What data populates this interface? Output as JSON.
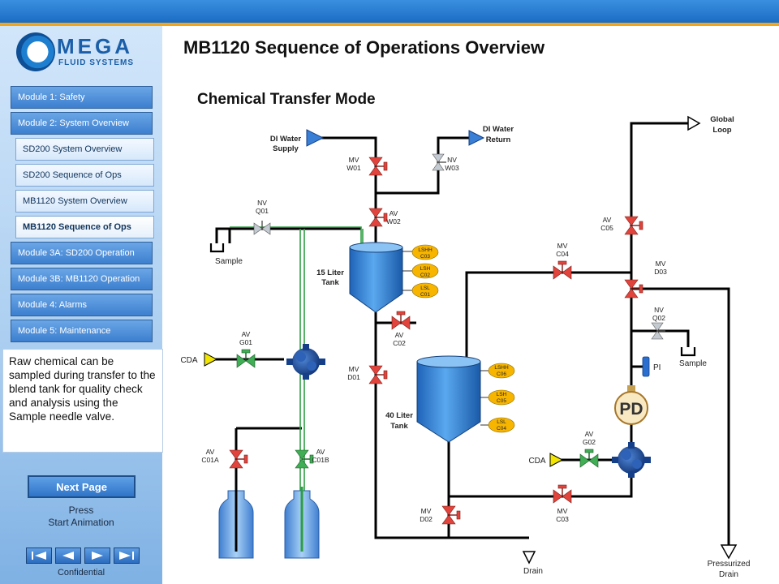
{
  "header": {
    "page_title": "MB1120 Sequence of Operations Overview",
    "mode_title": "Chemical Transfer Mode"
  },
  "logo": {
    "word": "MEGA",
    "sub": "FLUID SYSTEMS"
  },
  "sidebar": {
    "items": [
      {
        "label": "Module 1: Safety"
      },
      {
        "label": "Module 2: System Overview"
      },
      {
        "label": "SD200 System Overview"
      },
      {
        "label": "SD200 Sequence of Ops"
      },
      {
        "label": "MB1120 System Overview"
      },
      {
        "label": "MB1120 Sequence of Ops"
      },
      {
        "label": "Module 3A: SD200 Operation"
      },
      {
        "label": "Module 3B: MB1120 Operation"
      },
      {
        "label": "Module 4: Alarms"
      },
      {
        "label": "Module 5: Maintenance"
      }
    ],
    "info_text": "Raw chemical can be sampled during transfer to the blend tank for quality check and analysis using the Sample needle valve.",
    "next_label": "Next Page",
    "press_line1": "Press",
    "press_line2": "Start Animation",
    "confidential": "Confidential"
  },
  "colors": {
    "valve_open": "#2e9e42",
    "valve_closed": "#d63a35",
    "valve_neutral": "#b9bfc6",
    "sensor": "#f4b400",
    "tank": "#3b8de0",
    "flow_line": "#000000",
    "active_flow": "#2e9e42"
  },
  "diagram": {
    "labels": {
      "di_water_supply_1": "DI Water",
      "di_water_supply_2": "Supply",
      "di_water_return_1": "DI Water",
      "di_water_return_2": "Return",
      "global_loop_1": "Global",
      "global_loop_2": "Loop",
      "mvw01_1": "MV",
      "mvw01_2": "W01",
      "nvw03_1": "NV",
      "nvw03_2": "W03",
      "avw02_1": "AV",
      "avw02_2": "W02",
      "nvq01_1": "NV",
      "nvq01_2": "Q01",
      "sample_left": "Sample",
      "tank15_1": "15 Liter",
      "tank15_2": "Tank",
      "lshh_c03_1": "LSHH",
      "lshh_c03_2": "C03",
      "lsh_c02_1": "LSH",
      "lsh_c02_2": "C02",
      "lsl_c01_1": "LSL",
      "lsl_c01_2": "C01",
      "avc05_1": "AV",
      "avc05_2": "C05",
      "mvc04_1": "MV",
      "mvc04_2": "C04",
      "mvd03_1": "MV",
      "mvd03_2": "D03",
      "nvq02_1": "NV",
      "nvq02_2": "Q02",
      "sample_right": "Sample",
      "pi": "PI",
      "pd": "PD",
      "avc02_1": "AV",
      "avc02_2": "C02",
      "avg01_1": "AV",
      "avg01_2": "G01",
      "cda_left": "CDA",
      "mvd01_1": "MV",
      "mvd01_2": "D01",
      "tank40_1": "40 Liter",
      "tank40_2": "Tank",
      "lshh_c06_1": "LSHH",
      "lshh_c06_2": "C06",
      "lsh_c05_1": "LSH",
      "lsh_c05_2": "C05",
      "lsl_c04_1": "LSL",
      "lsl_c04_2": "C04",
      "avc01a_1": "AV",
      "avc01a_2": "C01A",
      "avc01b_1": "AV",
      "avc01b_2": "C01B",
      "avg02_1": "AV",
      "avg02_2": "G02",
      "cda_right": "CDA",
      "mvd02_1": "MV",
      "mvd02_2": "D02",
      "mvc03_1": "MV",
      "mvc03_2": "C03",
      "drain": "Drain",
      "pressurized_drain_1": "Pressurized",
      "pressurized_drain_2": "Drain"
    }
  }
}
